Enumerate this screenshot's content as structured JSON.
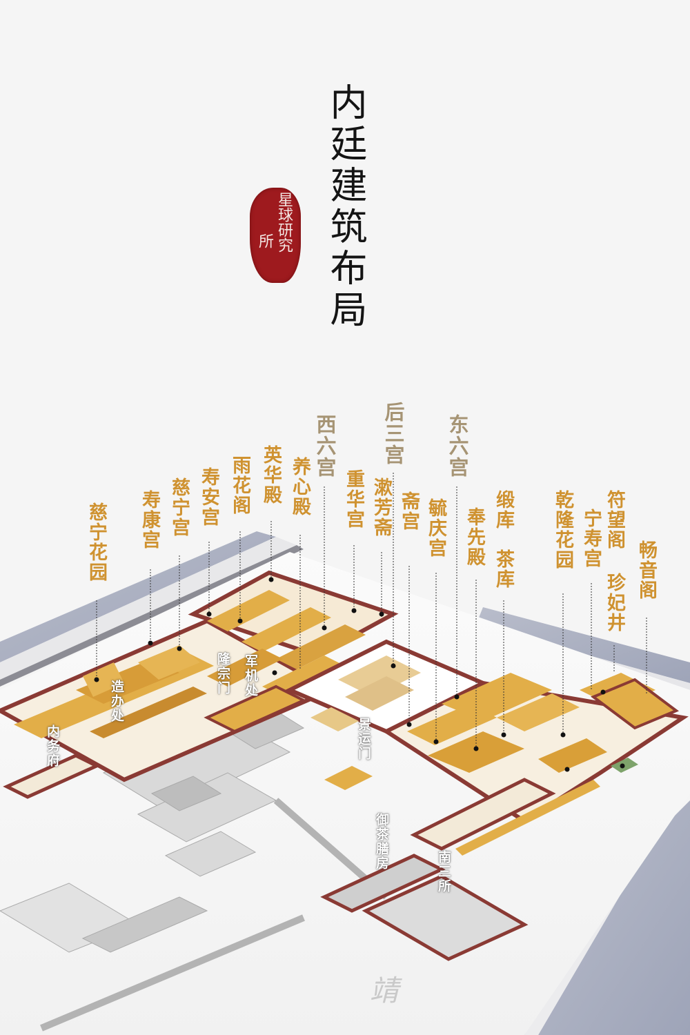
{
  "title": "内廷建筑布局",
  "seal": {
    "text": "星球研究所",
    "column_1": "星球研究",
    "column_2": "所",
    "color": "#9e1a1e"
  },
  "colors": {
    "background": "#f5f5f5",
    "building_label": "#cf9230",
    "group_label": "#a69474",
    "roof_gold": "#e2ae48",
    "wall_red": "#8a3a34",
    "moat_blue": "#a7adc0",
    "overlay_label": "#ffffff"
  },
  "group_labels": [
    {
      "id": "west-six-palaces",
      "text": "西六宫"
    },
    {
      "id": "rear-three-palaces",
      "text": "后三宫"
    },
    {
      "id": "east-six-palaces",
      "text": "东六宫"
    }
  ],
  "building_labels": [
    {
      "id": "cining-garden",
      "text": "慈宁花园"
    },
    {
      "id": "shoukang-palace",
      "text": "寿康宫"
    },
    {
      "id": "cining-palace",
      "text": "慈宁宫"
    },
    {
      "id": "shouan-palace",
      "text": "寿安宫"
    },
    {
      "id": "yuhua-pavilion",
      "text": "雨花阁"
    },
    {
      "id": "yinghua-hall",
      "text": "英华殿"
    },
    {
      "id": "yangxin-hall",
      "text": "养心殿"
    },
    {
      "id": "chonghua-palace",
      "text": "重华宫"
    },
    {
      "id": "shufang-studio",
      "text": "漱芳斋"
    },
    {
      "id": "zhai-palace",
      "text": "斋宫"
    },
    {
      "id": "yuqing-palace",
      "text": "毓庆宫"
    },
    {
      "id": "fengxian-hall",
      "text": "奉先殿"
    },
    {
      "id": "satin-storehouse",
      "text": "缎库"
    },
    {
      "id": "tea-storehouse",
      "text": "茶库"
    },
    {
      "id": "qianlong-garden",
      "text": "乾隆花园"
    },
    {
      "id": "ningshou-palace",
      "text": "宁寿宫"
    },
    {
      "id": "fuwang-pavilion",
      "text": "符望阁"
    },
    {
      "id": "zhenfei-well",
      "text": "珍妃井"
    },
    {
      "id": "changyin-pavilion",
      "text": "畅音阁"
    }
  ],
  "overlay_labels": [
    {
      "id": "zaoban-office",
      "text": "造办处"
    },
    {
      "id": "imperial-household",
      "text": "内务府"
    },
    {
      "id": "longzong-gate",
      "text": "隆宗门"
    },
    {
      "id": "grand-council",
      "text": "军机处"
    },
    {
      "id": "jingyun-gate",
      "text": "景运门"
    },
    {
      "id": "imperial-kitchen",
      "text": "御茶膳房"
    },
    {
      "id": "nansan-suo",
      "text": "南三所"
    }
  ],
  "ground_text": "靖"
}
